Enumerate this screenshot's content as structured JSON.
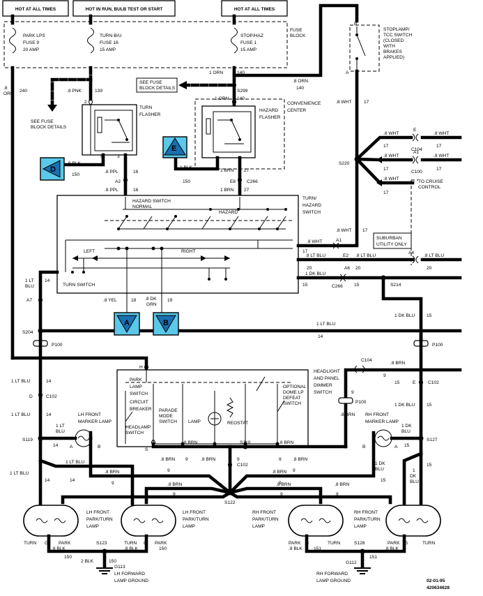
{
  "headers": {
    "left": "HOT AT ALL TIMES",
    "middle": "HOT IN RUN, BULB TEST OR START",
    "right": "HOT AT ALL TIMES"
  },
  "fuse_block": {
    "title_line1": "FUSE",
    "title_line2": "BLOCK",
    "fuse_9": [
      "PARK LPS",
      "FUSE 9",
      "20 AMP"
    ],
    "fuse_16": [
      "TURN-B/U",
      "FUSE 16",
      "15 AMP"
    ],
    "fuse_1": [
      "STOP/HAZ",
      "FUSE 1",
      "15 AMP"
    ]
  },
  "see_fuse_block": [
    "SEE FUSE",
    "BLOCK DETAILS"
  ],
  "stoplamp_switch": [
    "STOPLAMP/",
    "TCC SWITCH",
    "(CLOSED",
    "WITH",
    "BRAKES",
    "APPLIED)"
  ],
  "turn_flasher": [
    "TURN",
    "FLASHER"
  ],
  "hazard_flasher": [
    "HAZARD",
    "FLASHER"
  ],
  "convenience_center": [
    "CONVENIENCE",
    "CENTER"
  ],
  "wires": {
    "orn_240_a": ".8",
    "orn_240_b": "ORN",
    "orn_240_c": "240",
    "pnk": ".8 PNK",
    "pnk_139": "139",
    "orn_140": "1 ORN",
    "orn_140_num": "140",
    "s299": "S299",
    "orn_140b": "1 ORN",
    "orn_140b_num": "140",
    "orn_8_140": ".8 ORN",
    "orn_8_140_num": "140",
    "wht_17": ".8 WHT",
    "wht_17_num": "17",
    "blk_150": ".8 BLK",
    "blk_150_num": "150",
    "ppl_16": ".8 PPL",
    "ppl_16_num": "16",
    "ppl_16b": ".8 PPL",
    "ppl_16b_num": "16",
    "blk1": "1 BLK",
    "blk1_num": "150",
    "brn1": "1 BRN",
    "brn1_num": "27",
    "brn1b": "1 BRN",
    "brn1b_num": "27",
    "yel": ".8 YEL",
    "yel_num": "18",
    "dkgrn": ".8 DK",
    "dkgrn2": "GRN",
    "dkgrn_num": "19"
  },
  "connectors": {
    "a2": "A2",
    "e8": "E8",
    "c266": "C266",
    "s220": "S220",
    "c104": "C104",
    "c100": "C100",
    "e_pin": "E",
    "a1_pin": "A1",
    "a1": "A1",
    "e2": "E2",
    "a6": "A6",
    "a4": "A4",
    "c266b": "C266",
    "s214": "S214",
    "a7": "A7",
    "s204": "S204",
    "p100_left": "P100",
    "p100_right": "P100",
    "c104b": "C104",
    "c102_left": "C102",
    "c102_right": "C102",
    "c102_mid": "C102",
    "s119": "S119",
    "s127": "S127",
    "s210": "S210",
    "s122": "S122",
    "s123": "S123",
    "s128": "S128",
    "g113": "G113",
    "g112": "G112",
    "p100_mid": "P100",
    "pin_d": "D",
    "pin_h": "H",
    "pin_s": "S",
    "pin_b": "B",
    "pin_a": "A",
    "pin_e_c102": "E"
  },
  "right_branches": [
    {
      "left": ".8 WHT",
      "num": "17",
      "right": ".8 WHT",
      "rnum": "17"
    },
    {
      "left": ".8 WHT",
      "num": "17",
      "right": ".8 WHT",
      "rnum": "17"
    },
    {
      "left": ".8 WHT",
      "num": "17",
      "right": "TO CRUISE",
      "rnum": "CONTROL"
    }
  ],
  "hazard_switch": {
    "title": [
      "TURN/",
      "HAZARD",
      "SWITCH"
    ],
    "normal": [
      "HAZARD SWITCH",
      "NORMAL"
    ],
    "hazard": "HAZARD",
    "left": "LEFT",
    "right": "RIGHT",
    "turn_switch": "TURN SWITCH",
    "suburban": [
      "SUBURBAN",
      "UTILITY ONLY"
    ]
  },
  "right_wires": {
    "wht17": ".8 WHT",
    "wht17n": "17",
    "wht17b": ".8 WHT",
    "wht17bn": "17",
    "ltblu20": ".8 LT BLU",
    "ltblu20n": "20",
    "ltblu20r": ".8 LT BLU",
    "ltblu20rn": "20",
    "dkblu15": "1 DK BLU",
    "dkblu15n": "15",
    "n20": "20",
    "n15": "15"
  },
  "left_side": {
    "ltblu": [
      "1 LT",
      "BLU"
    ],
    "n14": "14",
    "ltblu_long": "1 LT BLU",
    "ltblu_long_n": "14",
    "ltblu_c102": "1 LT BLU",
    "ltblu_c102_n": "14",
    "ltblu_below": "1 LT BLU",
    "ltblu_below_n": "14",
    "ltblu_ml": [
      "1 LT",
      "BLU"
    ],
    "ltblu_ml_n": "14",
    "ltblu_bottom": "1 LT BLU",
    "ltblu_bottom_n": "14",
    "ltblu_b2": "14"
  },
  "right_side": {
    "dkblu": "1 DK BLU",
    "dkblu_n": "15",
    "dkblu_c102": "1 DK BLU",
    "dkblu_c102_n": "15",
    "dkblu_ml": [
      "1 DK",
      "BLU"
    ],
    "dkblu_ml_n": "15",
    "dkblu_b": [
      "1 DK",
      "BLU"
    ],
    "dkblu_b_n": "15",
    "dkblu_c": [
      "1",
      "DK",
      "BLU"
    ],
    "dkblu_c_n": "15",
    "n15": "15"
  },
  "headlight_switch": {
    "park_lamp": [
      "PARK",
      "LAMP",
      "SWITCH"
    ],
    "circuit_breaker": [
      "CIRCUIT",
      "BREAKER"
    ],
    "parade": [
      "PARADE",
      "MODE",
      "SWITCH"
    ],
    "lamp": "LAMP",
    "reostat": "REOSTAT",
    "dome_lp": [
      "OPTIONAL",
      "DOME LP",
      "DEFEAT",
      "SWITCH"
    ],
    "headlamp": [
      "HEADLAMP",
      "SWITCH"
    ],
    "dimmer": [
      "HEADLIGHT",
      "AND PANEL",
      "DIMMER",
      "SWITCH"
    ]
  },
  "brn_wires": {
    "c104_brn": ".8 BRN",
    "c104_brn_n": "9",
    "p100_n": "9",
    "brn_left": ".8 BRN",
    "brn_left_n": "9",
    "brn_mid": ".8 BRN",
    "brn_mid_n": "9",
    "brn_right": ".8 BRN",
    "brn_right_n": "9",
    "brn_s210l": ".8 BRN",
    "brn_s210r": ".8 BRN",
    "n9a": "9",
    "n9b": "9",
    "brn_c102": ".8 BRN",
    "brn_c102_n": "9",
    "brn_1": ".8 BRN",
    "brn_1n": "9",
    "brn_2": ".8 BRN",
    "brn_2n": "9",
    "brn_3": ".8 BRN",
    "brn_3n": "9",
    "brn_4": ".8 BRN",
    "brn_4n": "9",
    "brn_5": ".8 BRN",
    "brn_5n": "9",
    "brn_6": ".8 BRN",
    "brn_6n": "9",
    "brn_7": ".8 BRN",
    "brn_7n": "9"
  },
  "marker_lamps": {
    "lh": [
      "LH FRONT",
      "MARKER LAMP"
    ],
    "rh": [
      "RH FRONT",
      "MARKER LAMP"
    ]
  },
  "park_turn_lamps": {
    "lh1": [
      "LH FRONT",
      "PARK/TURN",
      "LAMP"
    ],
    "lh2": [
      "LH FRONT",
      "PARK/TURN",
      "LAMP"
    ],
    "rh1": [
      "RH FRONT",
      "PARK/TURN",
      "LAMP"
    ],
    "rh2": [
      "RH FRONT",
      "PARK/TURN",
      "LAMP"
    ],
    "turn": "TURN",
    "park": "PARK",
    "g": "G",
    "c": "C"
  },
  "grounds": {
    "blk_left": ".8 BLK",
    "blk_left_n": "150",
    "blk_left2": ".8 BLK",
    "blk_left2_n": "150",
    "blk_2": "2 BLK",
    "blk_2_n": "150",
    "blk_right": ".8 BLK",
    "blk_right_n": "151",
    "blk_right2": ".8 BLK",
    "blk_right2_n": "151",
    "blk_right3": ".8 BLK",
    "blk_right3_n": "151",
    "lh_ground": [
      "LH FORWARD",
      "LAMP GROUND"
    ],
    "rh_ground": [
      "RH FORWARD",
      "LAMP GROUND"
    ]
  },
  "refs": {
    "e": "E",
    "d": "D",
    "a": "A",
    "b": "B"
  },
  "stamp": [
    "02-01-95",
    "420634628"
  ]
}
